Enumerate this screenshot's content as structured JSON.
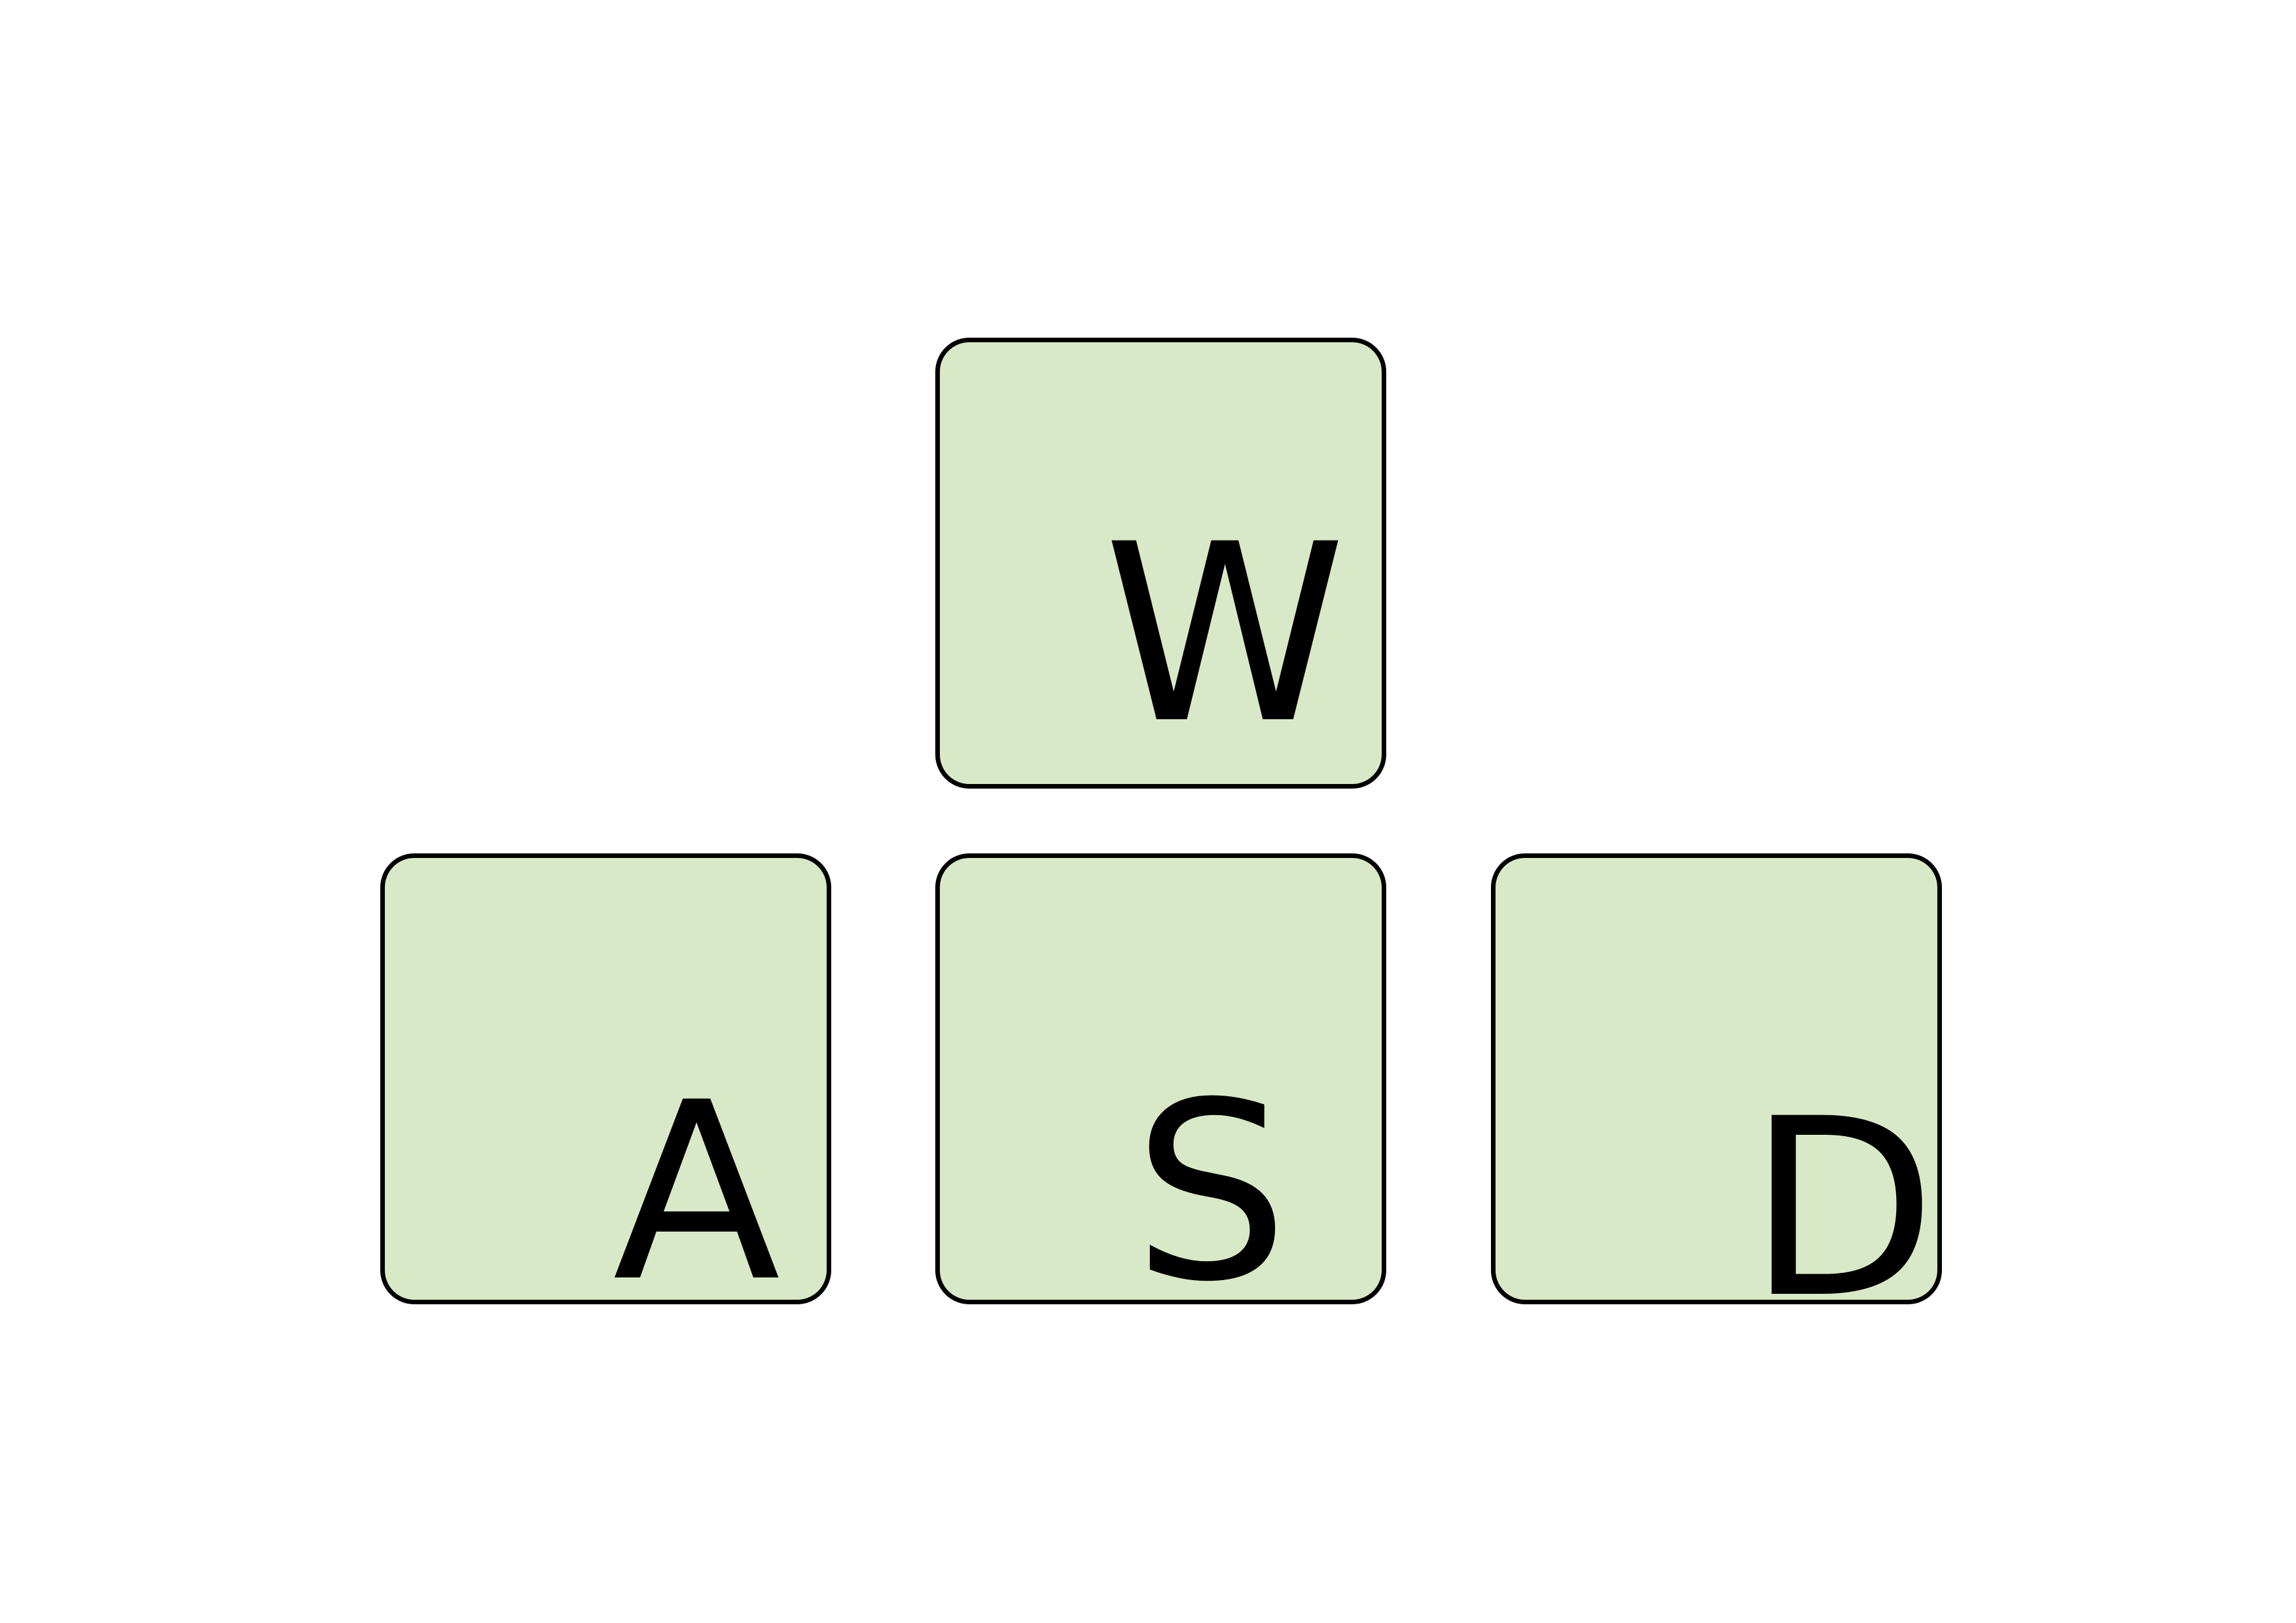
{
  "keys": {
    "w": {
      "label": "W"
    },
    "a": {
      "label": "A"
    },
    "s": {
      "label": "S"
    },
    "d": {
      "label": "D"
    }
  },
  "colors": {
    "key_fill": "#d9e9c7",
    "key_border": "#000000",
    "text": "#000000",
    "background": "#ffffff"
  }
}
